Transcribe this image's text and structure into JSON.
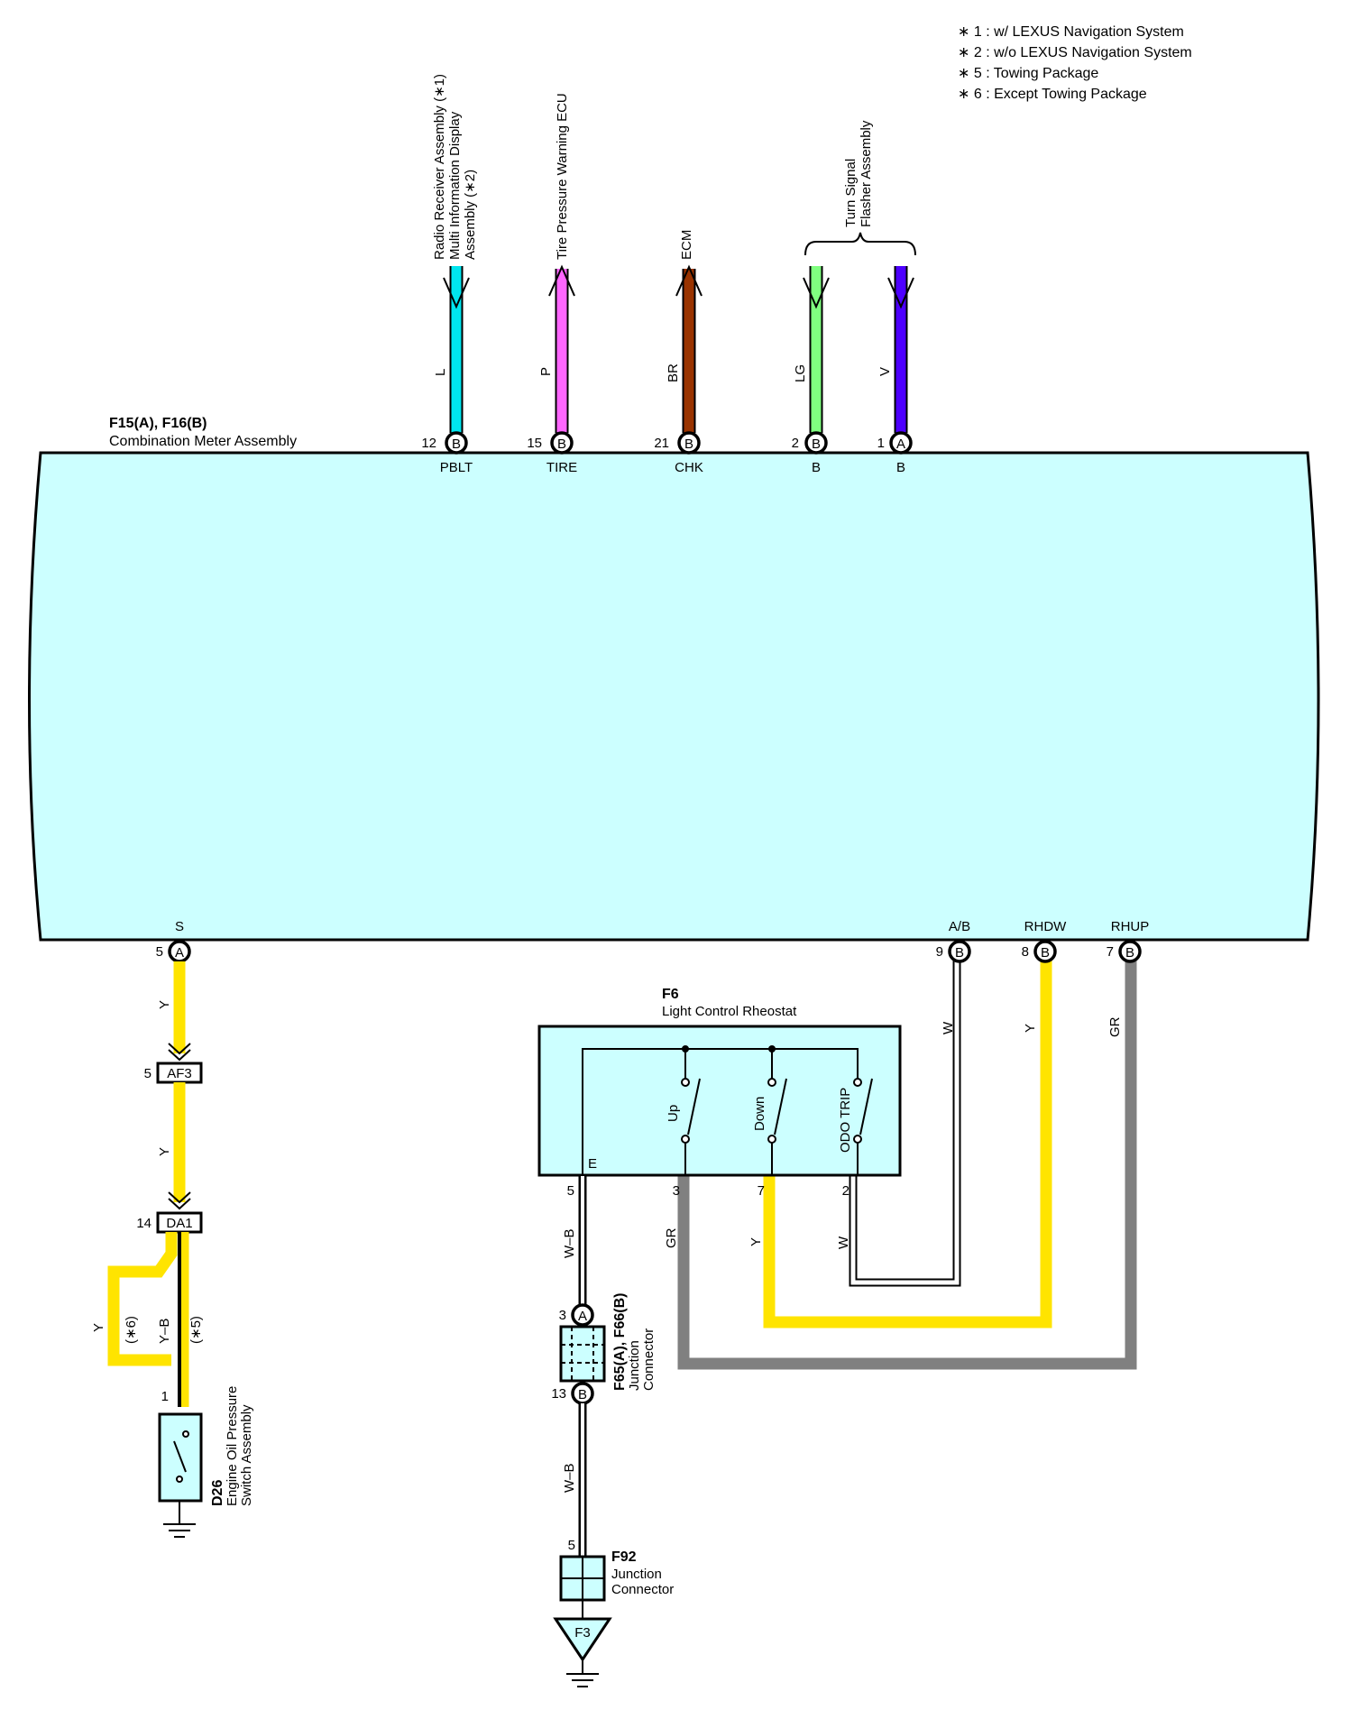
{
  "notes": [
    "∗ 1 : w/ LEXUS Navigation System",
    "∗ 2 : w/o LEXUS Navigation System",
    "∗ 5 : Towing Package",
    "∗ 6 : Except Towing Package"
  ],
  "main_assembly": {
    "code": "F15(A), F16(B)",
    "name": "Combination Meter Assembly"
  },
  "colors": {
    "L": "#00e5ee",
    "P": "#ff66ff",
    "BR": "#993300",
    "LG": "#80ff80",
    "V": "#4d00ff",
    "Y": "#ffe400",
    "GR": "#808080",
    "W": "#ffffff",
    "W-B": "#ffffff",
    "box": "#ccffff"
  },
  "top_connections": [
    {
      "pin": "12",
      "connector": "B",
      "terminal": "PBLT",
      "wire": "L",
      "dest": [
        "Radio Receiver Assembly (∗1)",
        "Multi Information Display",
        "Assembly (∗2)"
      ]
    },
    {
      "pin": "15",
      "connector": "B",
      "terminal": "TIRE",
      "wire": "P",
      "dest": [
        "Tire Pressure Warning ECU"
      ]
    },
    {
      "pin": "21",
      "connector": "B",
      "terminal": "CHK",
      "wire": "BR",
      "dest": [
        "ECM"
      ]
    },
    {
      "pin": "2",
      "connector": "B",
      "terminal": "B",
      "wire": "LG",
      "dest": []
    },
    {
      "pin": "1",
      "connector": "A",
      "terminal": "B",
      "wire": "V",
      "dest": []
    }
  ],
  "turn_signal_label": [
    "Turn Signal",
    "Flasher Assembly"
  ],
  "bottom_connections": [
    {
      "pin": "5",
      "connector": "A",
      "terminal": "S",
      "wire": "Y"
    },
    {
      "pin": "9",
      "connector": "B",
      "terminal": "A/B",
      "wire": "W"
    },
    {
      "pin": "8",
      "connector": "B",
      "terminal": "RHDW",
      "wire": "Y"
    },
    {
      "pin": "7",
      "connector": "B",
      "terminal": "RHUP",
      "wire": "GR"
    }
  ],
  "oil_branch": {
    "af3": {
      "pin": "5",
      "label": "AF3",
      "wire_above": "Y",
      "wire_below": "Y"
    },
    "da1": {
      "pin": "14",
      "label": "DA1"
    },
    "bypass_wire": "Y",
    "bypass_note": "(∗6)",
    "direct_wire": "Y–B",
    "direct_note": "(∗5)",
    "switch": {
      "pin": "1",
      "code": "D26",
      "name": [
        "Engine Oil Pressure",
        "Switch Assembly"
      ]
    }
  },
  "rheostat": {
    "code": "F6",
    "name": "Light Control Rheostat",
    "ground_terminal": "E",
    "switches": [
      "Up",
      "Down",
      "ODO TRIP"
    ],
    "pins": [
      {
        "pin": "5",
        "wire": "W–B"
      },
      {
        "pin": "3",
        "wire": "GR"
      },
      {
        "pin": "7",
        "wire": "Y"
      },
      {
        "pin": "2",
        "wire": "W"
      }
    ]
  },
  "junction1": {
    "code": "F65(A), F66(B)",
    "name": [
      "Junction",
      "Connector"
    ],
    "pin_top": "3",
    "conn_top": "A",
    "pin_bottom": "13",
    "conn_bottom": "B",
    "wire_below": "W–B"
  },
  "junction2": {
    "code": "F92",
    "name": [
      "Junction",
      "Connector"
    ],
    "pin": "5"
  },
  "ground_label": "F3"
}
